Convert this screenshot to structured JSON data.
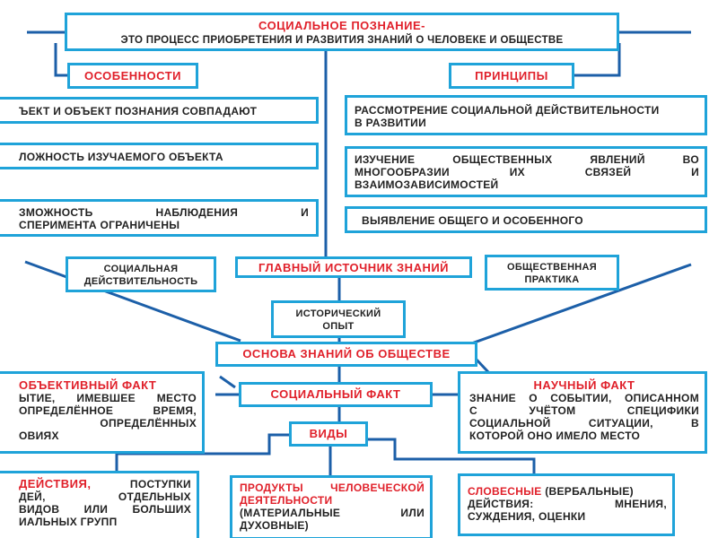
{
  "title": {
    "heading": "СОЦИАЛЬНОЕ ПОЗНАНИЕ-",
    "definition": "ЭТО ПРОЦЕСС ПРИОБРЕТЕНИЯ И РАЗВИТИЯ ЗНАНИЙ О ЧЕЛОВЕКЕ И ОБЩЕСТВЕ"
  },
  "features": {
    "label": "ОСОБЕННОСТИ",
    "items": [
      "ЪЕКТ И ОБЪЕКТ ПОЗНАНИЯ СОВПАДАЮТ",
      "ЛОЖНОСТЬ ИЗУЧАЕМОГО ОБЪЕКТА",
      "ЗМОЖНОСТЬ НАБЛЮДЕНИЯ И",
      "СПЕРИМЕНТА ОГРАНИЧЕНЫ"
    ]
  },
  "principles": {
    "label": "ПРИНЦИПЫ",
    "items": [
      "РАССМОТРЕНИЕ СОЦИАЛЬНОЙ ДЕЙСТВИТЕЛЬНОСТИ",
      "В РАЗВИТИИ",
      "ИЗУЧЕНИЕ ОБЩЕСТВЕННЫХ ЯВЛЕНИЙ ВО",
      "МНОГООБРАЗИИ ИХ СВЯЗЕЙ И",
      "ВЗАИМОЗАВИСИМОСТЕЙ",
      "ВЫЯВЛЕНИЕ ОБЩЕГО И ОСОБЕННОГО"
    ]
  },
  "source": {
    "label": "ГЛАВНЫЙ ИСТОЧНИК ЗНАНИЙ",
    "left_line1": "СОЦИАЛЬНАЯ",
    "left_line2": "ДЕЙСТВИТЕЛЬНОСТЬ",
    "right_line1": "ОБЩЕСТВЕННАЯ",
    "right_line2": "ПРАКТИКА",
    "middle_line1": "ИСТОРИЧЕСКИЙ",
    "middle_line2": "ОПЫТ"
  },
  "basis": {
    "label": "ОСНОВА ЗНАНИЙ ОБ ОБЩЕСТВЕ"
  },
  "objective_fact": {
    "title": "ОБЪЕКТИВНЫЙ ФАКТ",
    "line1": "ЫТИЕ, ИМЕВШЕЕ МЕСТО",
    "line2": "ОПРЕДЕЛЁННОЕ ВРЕМЯ,",
    "line3": "ОПРЕДЕЛЁННЫХ",
    "line4": "ОВИЯХ"
  },
  "social_fact": {
    "label": "СОЦИАЛЬНЫЙ ФАКТ"
  },
  "scientific_fact": {
    "title": "НАУЧНЫЙ ФАКТ",
    "line1": "ЗНАНИЕ О СОБЫТИИ, ОПИСАННОМ",
    "line2": "С УЧЁТОМ СПЕЦИФИКИ",
    "line3": "СОЦИАЛЬНОЙ СИТУАЦИИ, В",
    "line4": "КОТОРОЙ ОНО ИМЕЛО МЕСТО"
  },
  "types": {
    "label": "ВИДЫ"
  },
  "actions": {
    "title": "ДЕЙСТВИЯ,",
    "title_rest": "ПОСТУПКИ",
    "line2": "ДЕЙ, ОТДЕЛЬНЫХ",
    "line3": "ВИДОВ ИЛИ БОЛЬШИХ",
    "line4": "ИАЛЬНЫХ ГРУПП"
  },
  "products": {
    "title1": "ПРОДУКТЫ ЧЕЛОВЕЧЕСКОЙ",
    "title2": "ДЕЯТЕЛЬНОСТИ",
    "line3": "(МАТЕРИАЛЬНЫЕ ИЛИ",
    "line4": "ДУХОВНЫЕ)"
  },
  "verbal": {
    "title": "СЛОВЕСНЫЕ",
    "title_rest": "(ВЕРБАЛЬНЫЕ)",
    "line2": "ДЕЙСТВИЯ: МНЕНИЯ,",
    "line3": "СУЖДЕНИЯ, ОЦЕНКИ"
  },
  "colors": {
    "border": "#1fa3d9",
    "line": "#1c5fa8",
    "accent": "#e0202a"
  }
}
